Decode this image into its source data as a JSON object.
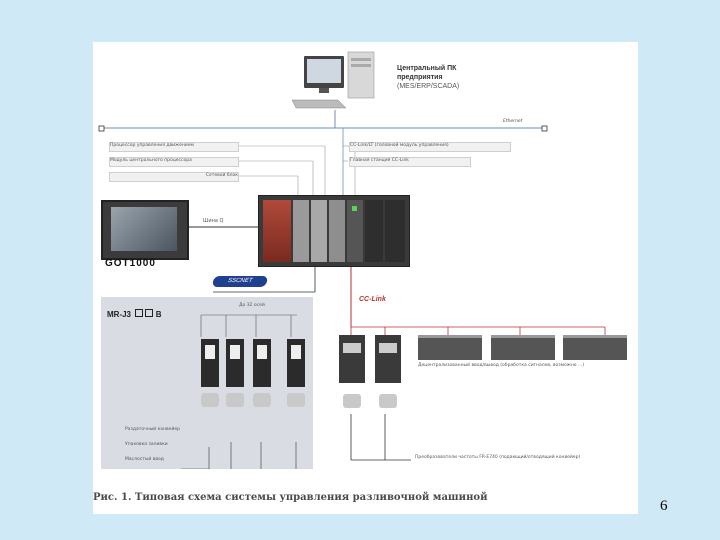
{
  "page_number": "6",
  "caption": "Рис. 1. Типовая схема системы управления разливочной машиной",
  "central_pc": {
    "title_line1": "Центральный ПК",
    "title_line2": "предприятия",
    "subtitle": "(MES/ERP/SCADA)"
  },
  "ethernet_label": "Ethernet",
  "hmi": {
    "brand": "GOT1000"
  },
  "bus_label": "Шина Q",
  "left_labels": [
    "Процессор управления движением",
    "Модуль центрального процессора",
    "Сетевой блок"
  ],
  "right_labels": [
    "CC-Link/LT (головной модуль управления)",
    "Главная станция CC-Link"
  ],
  "sscnet_logo": "SSCNET",
  "servo_panel": {
    "model": "MR-J3",
    "model_suffix": "B",
    "axes_note": "До 32 осей",
    "legend": [
      "Раздаточный конвейер",
      "Упаковка заливки",
      "Маслостый ввод"
    ]
  },
  "cclink_logo": "CC-Link",
  "io_label": "Децентрализованный ввод/вывод (обработка сигналов, возможно ...)",
  "inverter_label": "Преобразователи частоты FR-E740 (подающий/отводящий конвейер)"
}
